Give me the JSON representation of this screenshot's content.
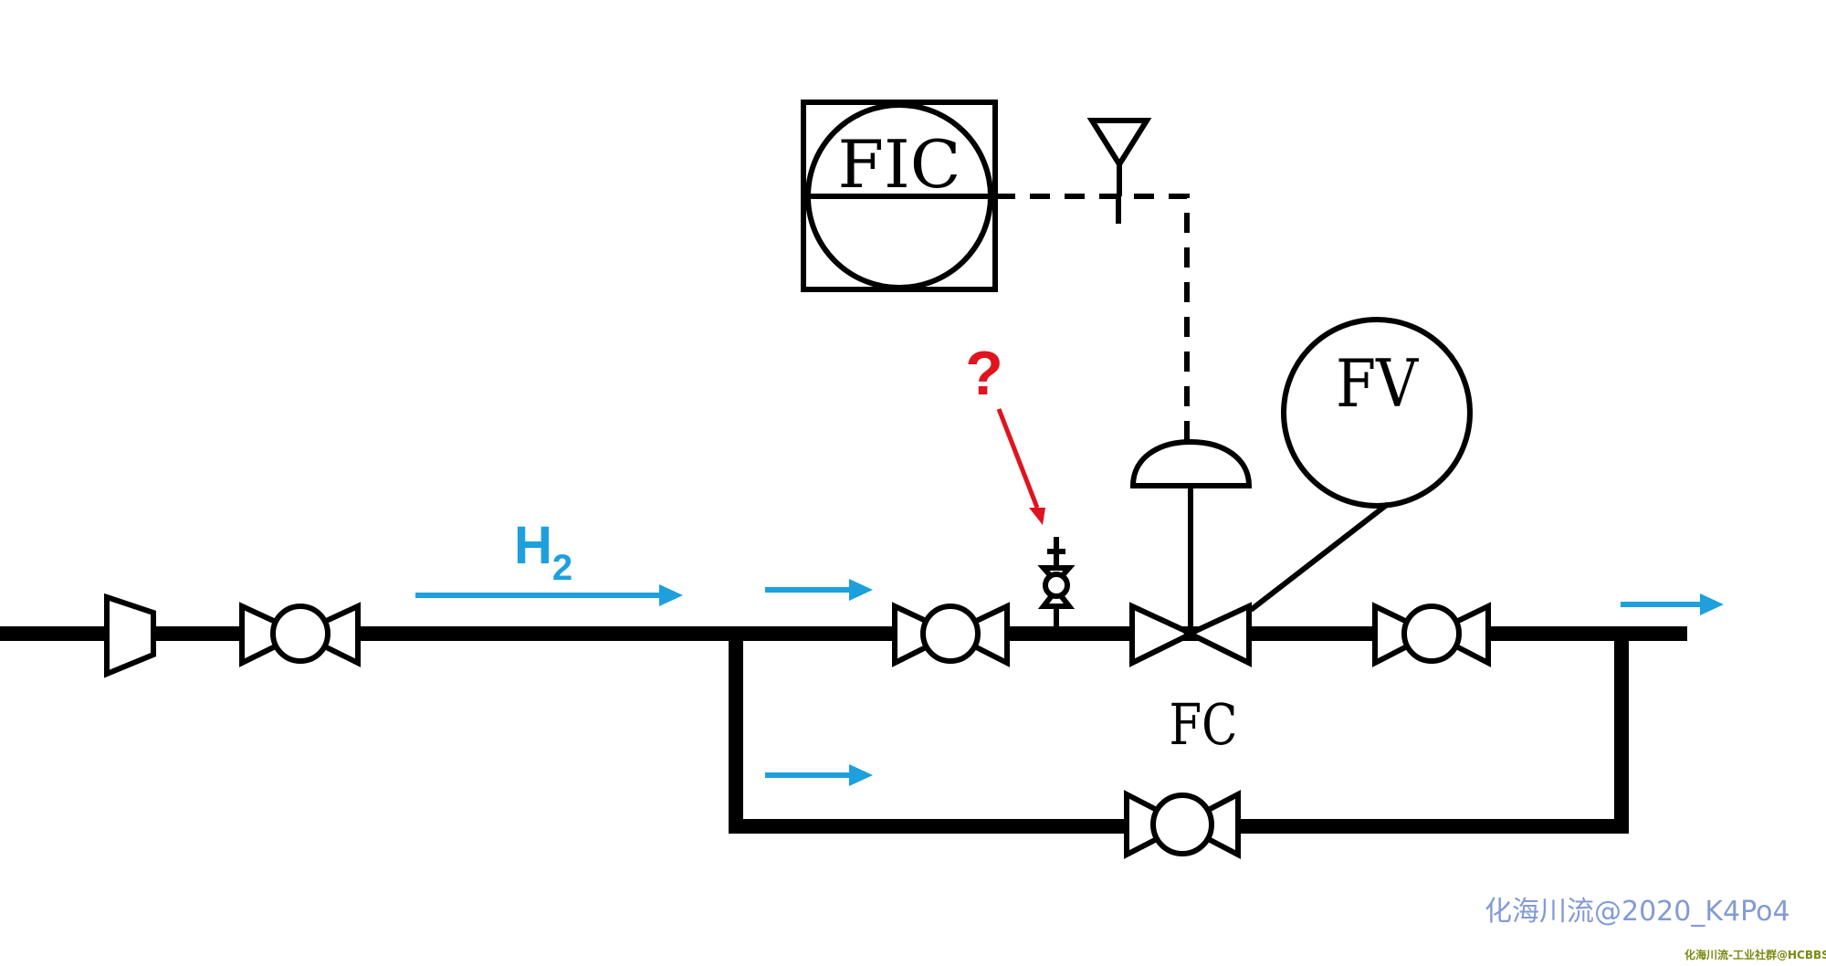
{
  "diagram": {
    "instrument_fic": "FIC",
    "instrument_fv": "FV",
    "valve_action": "FC",
    "fluid": {
      "symbol": "H",
      "subscript": "2"
    },
    "question_mark": "?"
  },
  "watermark": {
    "main": "化海川流@2020_K4Po4",
    "small": "化海川流-工业社群@HCBBS"
  },
  "colors": {
    "flow_arrow": "#1ea0dc",
    "question": "#e0141e",
    "pipe": "#000000"
  }
}
